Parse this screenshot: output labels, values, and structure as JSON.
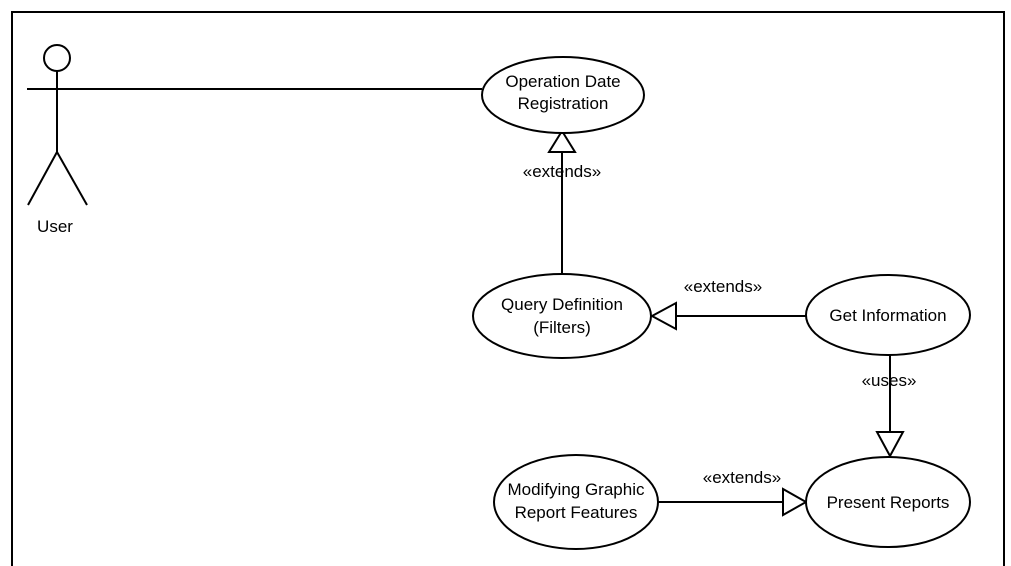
{
  "actor": {
    "label": "User"
  },
  "use_cases": {
    "operation_date_registration": [
      "Operation Date",
      "Registration"
    ],
    "query_definition": [
      "Query Definition",
      "(Filters)"
    ],
    "get_information": [
      "Get Information"
    ],
    "modifying_graphic_report_features": [
      "Modifying Graphic",
      "Report Features"
    ],
    "present_reports": [
      "Present Reports"
    ]
  },
  "relations": {
    "query_extends_operation": "«extends»",
    "getinfo_extends_query": "«extends»",
    "getinfo_uses_present": "«uses»",
    "modifying_extends_present": "«extends»"
  }
}
